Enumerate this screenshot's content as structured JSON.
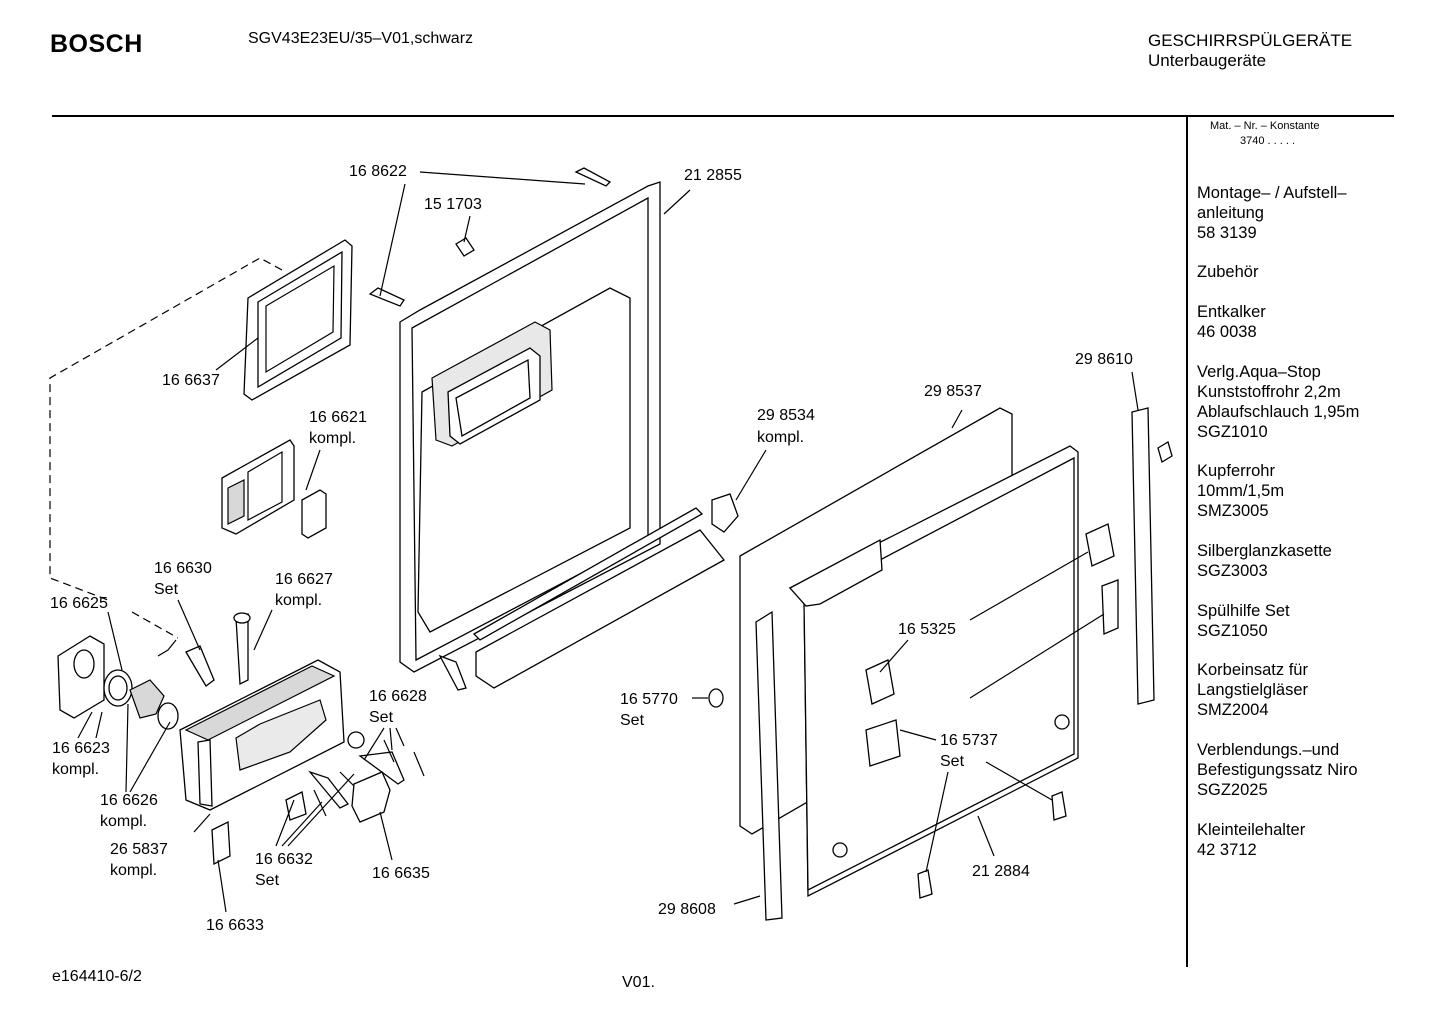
{
  "header": {
    "brand": "BOSCH",
    "model": "SGV43E23EU/35–V01,schwarz",
    "category_line1": "GESCHIRRSPÜLGERÄTE",
    "category_line2": "Unterbaugeräte"
  },
  "sidebar": {
    "mat_line1": "Mat. – Nr. – Konstante",
    "mat_line2": "3740  .  .  .  .  .",
    "entries": [
      {
        "lines": [
          "Montage– / Aufstell–",
          "anleitung",
          "58 3139"
        ]
      },
      {
        "lines": [
          "Zubehör"
        ]
      },
      {
        "lines": [
          "Entkalker",
          "46 0038"
        ]
      },
      {
        "lines": [
          "Verlg.Aqua–Stop",
          "Kunststoffrohr 2,2m",
          "Ablaufschlauch 1,95m",
          "SGZ1010"
        ]
      },
      {
        "lines": [
          "Kupferrohr",
          "10mm/1,5m",
          "SMZ3005"
        ]
      },
      {
        "lines": [
          "Silberglanzkasette",
          "SGZ3003"
        ]
      },
      {
        "lines": [
          "Spülhilfe Set",
          "SGZ1050"
        ]
      },
      {
        "lines": [
          "Korbeinsatz für",
          "Langstielgläser",
          "SMZ2004"
        ]
      },
      {
        "lines": [
          "Verblendungs.–und",
          "Befestigungssatz Niro",
          "SGZ2025"
        ]
      },
      {
        "lines": [
          "Kleinteilehalter",
          "42 3712"
        ]
      }
    ]
  },
  "parts": {
    "p168622": "16 8622",
    "p151703": "15 1703",
    "p212855": "21 2855",
    "p166637": "16 6637",
    "p166621": "16 6621",
    "kompl": "kompl.",
    "set": "Set",
    "p166630": "16 6630",
    "p166627": "16 6627",
    "p166625": "16 6625",
    "p166623": "16 6623",
    "p166626": "16 6626",
    "p265837": "26 5837",
    "p166633": "16 6633",
    "p166632": "16 6632",
    "p166635": "16 6635",
    "p166628": "16 6628",
    "p298534": "29 8534",
    "p298537": "29 8537",
    "p298610": "29 8610",
    "p165325": "16 5325",
    "p165770": "16 5770",
    "p165737": "16 5737",
    "p212884": "21 2884",
    "p298608": "29 8608"
  },
  "footer": {
    "doc_id": "e164410-6/2",
    "version": "V01."
  }
}
